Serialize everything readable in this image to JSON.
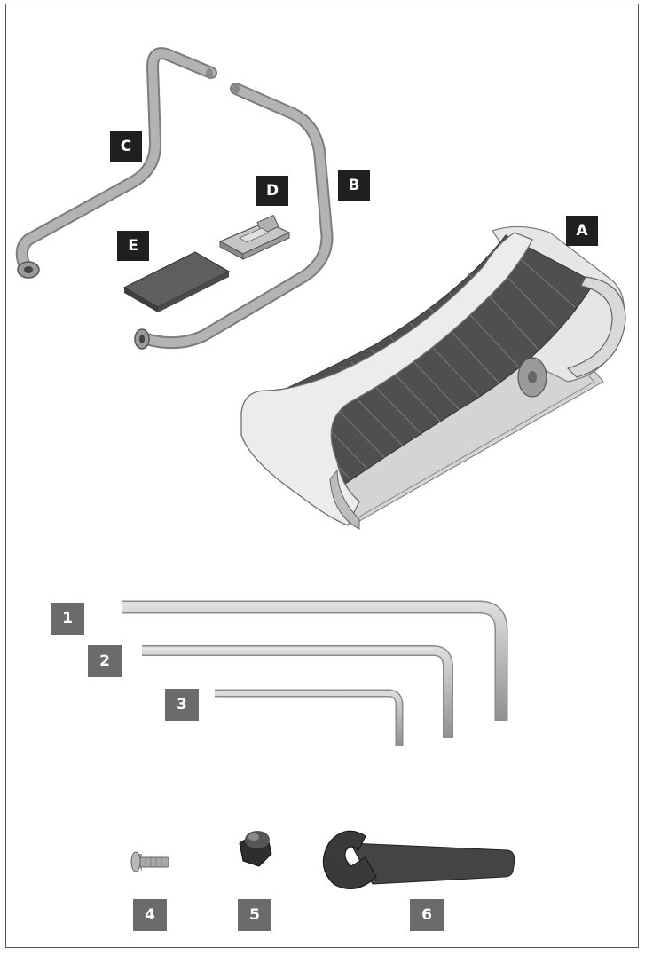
{
  "parts": {
    "A": "A",
    "B": "B",
    "C": "C",
    "D": "D",
    "E": "E"
  },
  "tools": {
    "t1": "1",
    "t2": "2",
    "t3": "3",
    "t4": "4",
    "t5": "5",
    "t6": "6"
  },
  "colors": {
    "part_label_bg": "#1f1f1f",
    "tool_label_bg": "#6b6b6b",
    "tube": "#a9a9a9",
    "tube_dark": "#7d7d7d"
  }
}
